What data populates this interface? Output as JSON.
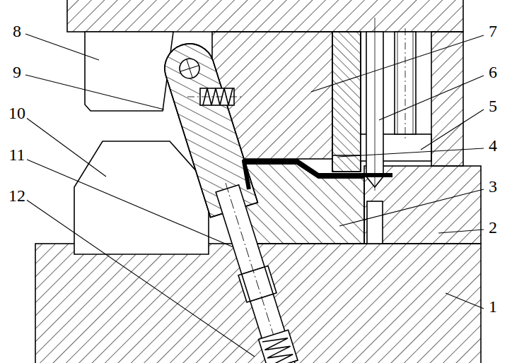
{
  "diagram": {
    "labels": [
      "8",
      "9",
      "10",
      "11",
      "12",
      "7",
      "6",
      "5",
      "4",
      "3",
      "2",
      "1"
    ]
  }
}
